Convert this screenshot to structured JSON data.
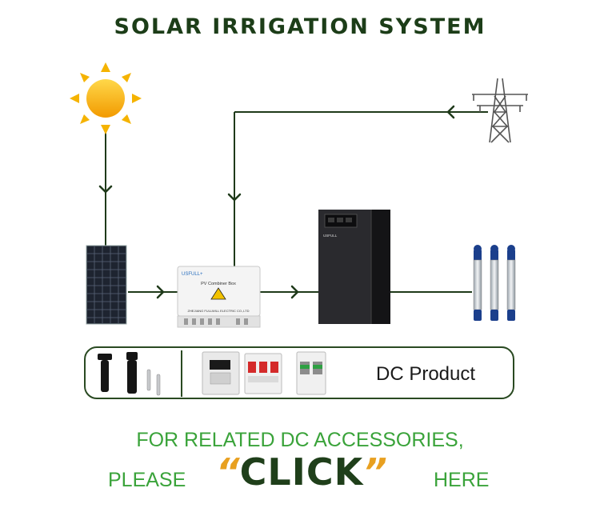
{
  "title": "SOLAR IRRIGATION SYSTEM",
  "nodes": {
    "combiner_box": {
      "brand": "USFULL+",
      "name": "PV Combiner Box",
      "maker": "ZHEJIANG FULLWILL ELECTRIC CO.,LTD"
    },
    "inverter": {
      "brand": "USFULL"
    }
  },
  "product_row": {
    "label": "DC Product"
  },
  "cta": {
    "line1": "FOR RELATED DC ACCESSORIES,",
    "please": "PLEASE",
    "click": "CLICK",
    "open_quote": "“",
    "close_quote": "”",
    "here": "HERE"
  },
  "colors": {
    "title": "#1c3d18",
    "wire": "#1f3a1a",
    "cta_text": "#3aa33a",
    "quote": "#e8a020",
    "sun": "#f5b300"
  },
  "icons": [
    "sun-icon",
    "transmission-tower-icon",
    "solar-panel-icon",
    "combiner-box-icon",
    "inverter-icon",
    "submersible-pump-icon",
    "mc4-connector-icon",
    "dc-breaker-icon",
    "surge-protector-icon"
  ]
}
